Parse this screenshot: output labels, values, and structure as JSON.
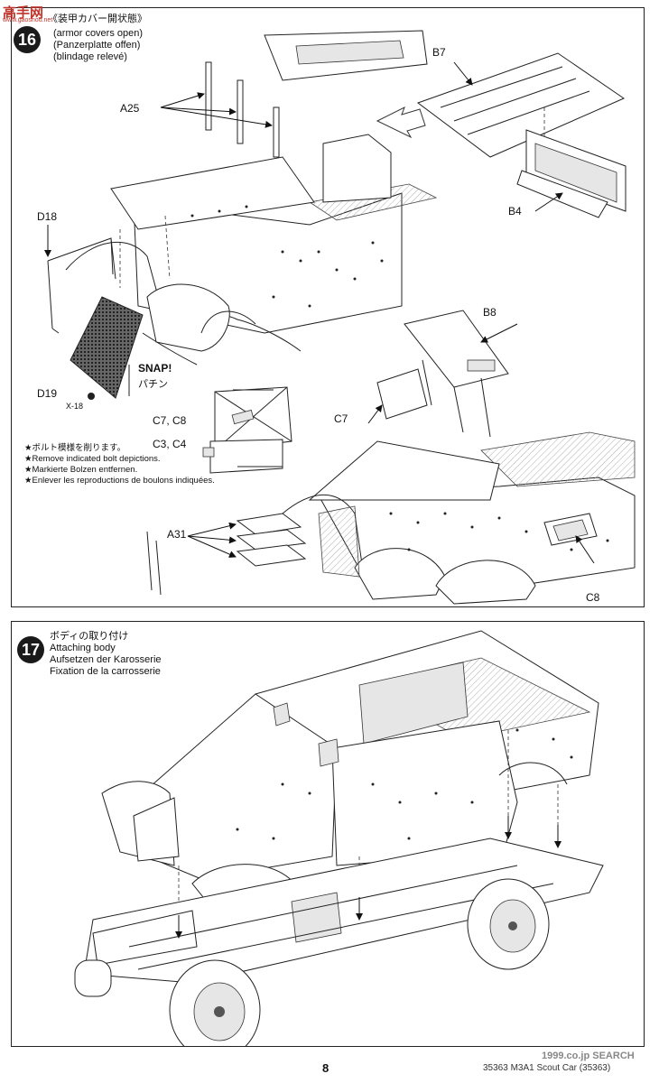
{
  "watermark_top": "高手网",
  "watermark_sub": "www.gaoshou.net",
  "step16": {
    "number": "16",
    "title_jp": "装甲カバー開状態",
    "title_en": "(armor covers open)",
    "title_de": "(Panzerplatte offen)",
    "title_fr": "(blindage relevé)",
    "labels": {
      "a25": "A25",
      "b7": "B7",
      "b4": "B4",
      "d18": "D18",
      "d19": "D19",
      "x18": "X-18",
      "snap_en": "SNAP!",
      "snap_jp": "パチン",
      "b8": "B8",
      "c7_c8": "C7, C8",
      "c3_c4": "C3, C4",
      "c7": "C7",
      "a31": "A31",
      "c8": "C8"
    },
    "notes": [
      "★ボルト模様を削ります。",
      "★Remove indicated bolt depictions.",
      "★Markierte Bolzen entfernen.",
      "★Enlever les reproductions de boulons indiquées."
    ]
  },
  "step17": {
    "number": "17",
    "title_jp": "ボディの取り付け",
    "title_en": "Attaching body",
    "title_de": "Aufsetzen der Karosserie",
    "title_fr": "Fixation de la carrosserie"
  },
  "footer": {
    "page_number": "8",
    "code_text": "35363 M3A1 Scout Car (35363)",
    "site_mark": "1999.co.jp SEARCH"
  }
}
